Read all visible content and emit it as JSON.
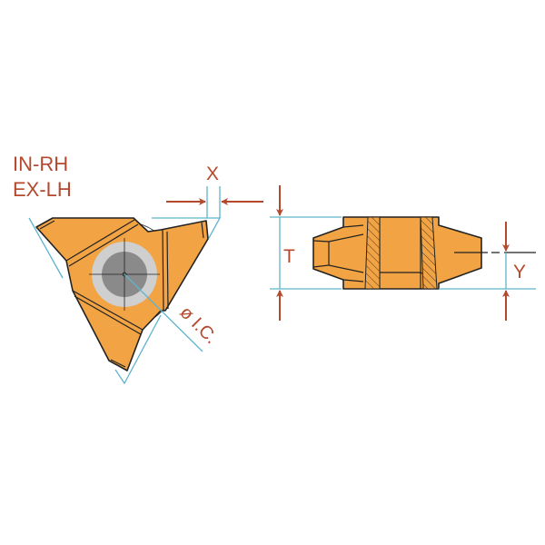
{
  "labels": {
    "hand_1": "IN-RH",
    "hand_2": "EX-LH",
    "x_dim": "X",
    "ic_dim": "ø I.C.",
    "t_dim": "T",
    "y_dim": "Y"
  },
  "colors": {
    "insert": "#f2a444",
    "dimension_text": "#b5492e",
    "dimension_line": "#5fb3cc",
    "hole_inner": "#8a8a8a",
    "hole_ring": "#cfcfcf"
  }
}
